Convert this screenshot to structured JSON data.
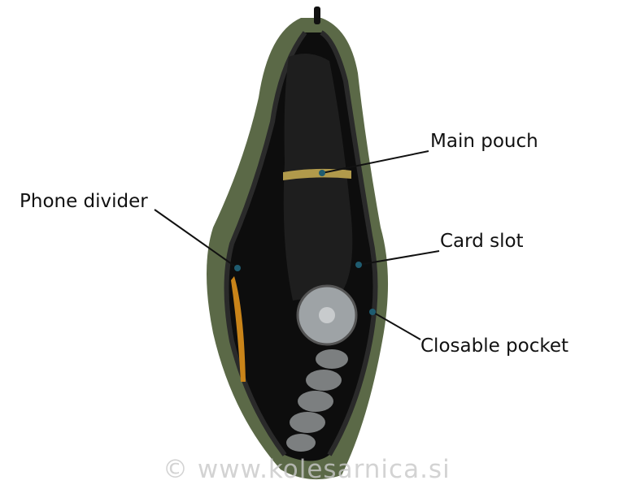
{
  "labels": {
    "main_pouch": "Main pouch",
    "phone_divider": "Phone divider",
    "card_slot": "Card slot",
    "closable_pocket": "Closable pocket"
  },
  "watermark": "© www.kolesarnica.si",
  "colors": {
    "marker": "#1f5c70",
    "pouch_green": "#5d6b48",
    "zipper": "#1a1a1a"
  }
}
